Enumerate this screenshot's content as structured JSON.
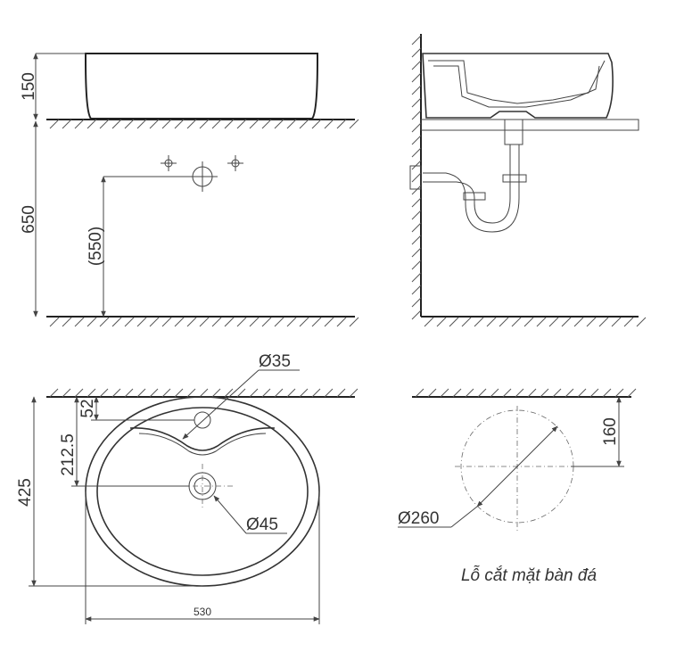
{
  "front_view": {
    "dim_height_top": "150",
    "dim_height_mount": "650",
    "dim_drain_height": "(550)"
  },
  "top_view": {
    "dim_faucet_hole": "Ø35",
    "dim_edge_offset": "52",
    "dim_drain_offset": "212.5",
    "dim_depth": "425",
    "dim_drain_hole": "Ø45",
    "dim_width": "530"
  },
  "cutout_view": {
    "dim_center_offset": "160",
    "dim_diameter": "Ø260",
    "caption": "Lỗ cắt mặt bàn đá"
  }
}
